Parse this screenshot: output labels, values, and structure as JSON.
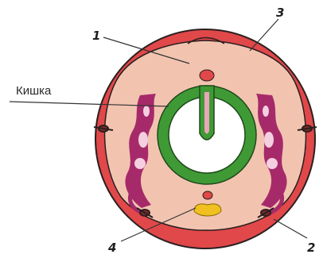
{
  "labels": {
    "intestine": "Кишка",
    "n1": "1",
    "n2": "2",
    "n3": "3",
    "n4": "4"
  },
  "colors": {
    "outer_wall": "#e0484a",
    "wall_outline": "#2b1f1f",
    "coelom": "#f2c4b0",
    "intestine_tube": "#3f9a36",
    "intestine_lumen": "#ffffff",
    "nephridia": "#a62a6a",
    "nephridia_light": "#f4cfe0",
    "dorsal_vessel": "#e0484a",
    "nerve_cord": "#f0c020",
    "leader": "#333333"
  },
  "icons": {
    "setae": "bristle-tuft-icon"
  }
}
